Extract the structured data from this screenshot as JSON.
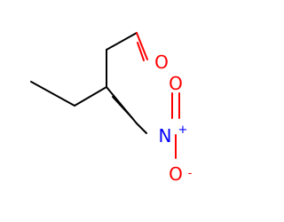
{
  "molecule": {
    "atoms": {
      "oxygen_ketone": {
        "symbol": "O"
      },
      "nitrogen": {
        "symbol": "N",
        "charge": "+"
      },
      "oxygen_nitro_top": {
        "symbol": "O"
      },
      "oxygen_nitro_bottom": {
        "symbol": "O",
        "charge": "-"
      }
    }
  },
  "colors": {
    "bond": "#000000",
    "oxygen": "#ff0000",
    "nitrogen": "#0000ff",
    "background": "#ffffff"
  }
}
